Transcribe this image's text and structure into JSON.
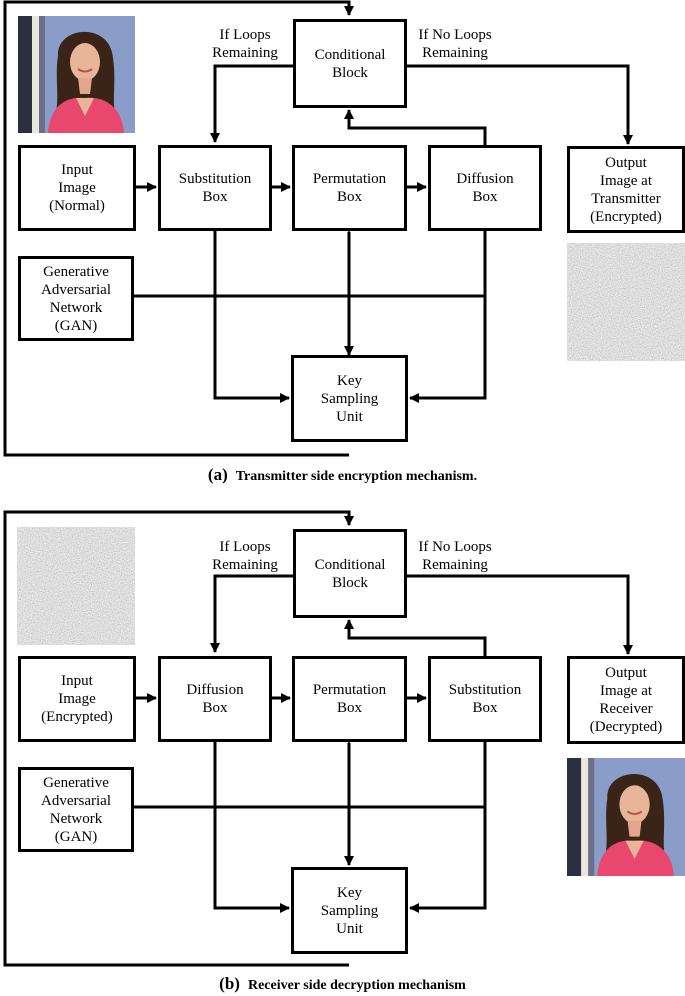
{
  "panel_a": {
    "caption_tag": "(a)",
    "caption_text": "Transmitter side encryption mechanism.",
    "blocks": {
      "conditional": "Conditional\nBlock",
      "input": "Input\nImage\n(Normal)",
      "stage1": "Substitution\nBox",
      "stage2": "Permutation\nBox",
      "stage3": "Diffusion\nBox",
      "output": "Output\nImage at\nTransmitter\n(Encrypted)",
      "gan": "Generative\nAdversarial\nNetwork\n(GAN)",
      "key": "Key\nSampling\nUnit"
    },
    "labels": {
      "loops": "If Loops\nRemaining",
      "no_loops": "If No Loops\nRemaining"
    },
    "images": {
      "input": "portrait-photo",
      "output": "noise-image"
    }
  },
  "panel_b": {
    "caption_tag": "(b)",
    "caption_text": "Receiver side decryption mechanism",
    "blocks": {
      "conditional": "Conditional\nBlock",
      "input": "Input\nImage\n(Encrypted)",
      "stage1": "Diffusion\nBox",
      "stage2": "Permutation\nBox",
      "stage3": "Substitution\nBox",
      "output": "Output\nImage at\nReceiver\n(Decrypted)",
      "gan": "Generative\nAdversarial\nNetwork\n(GAN)",
      "key": "Key\nSampling\nUnit"
    },
    "labels": {
      "loops": "If Loops\nRemaining",
      "no_loops": "If No Loops\nRemaining"
    },
    "images": {
      "input": "noise-image",
      "output": "portrait-photo"
    }
  }
}
